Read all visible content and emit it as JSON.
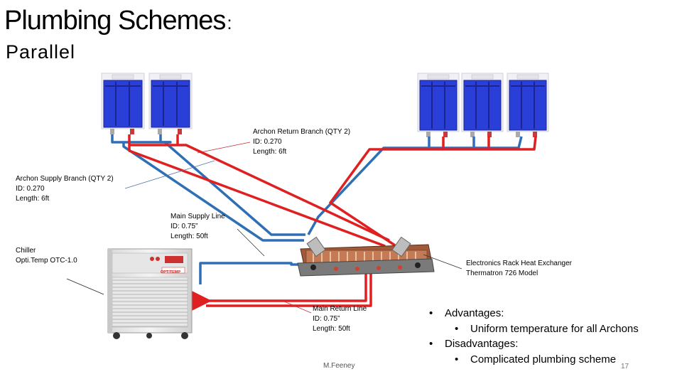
{
  "slide": {
    "title": "Plumbing Schemes",
    "title_colon": ":",
    "subtitle": "Parallel"
  },
  "labels": {
    "return_branch": {
      "name": "Archon Return Branch (QTY 2)",
      "id": "ID: 0.270",
      "length": "Length: 6ft"
    },
    "supply_branch": {
      "name": "Archon Supply Branch (QTY 2)",
      "id": "ID: 0.270",
      "length": "Length: 6ft"
    },
    "main_supply": {
      "name": "Main Supply Line",
      "id": "ID: 0.75”",
      "length": "Length: 50ft"
    },
    "chiller": {
      "name": "Chiller",
      "model": "Opti.Temp OTC-1.0"
    },
    "heat_exchanger": {
      "name": "Electronics Rack Heat Exchanger",
      "model": "Thermatron 726 Model"
    },
    "main_return": {
      "name": "Main Return Line",
      "id": "ID: 0.75”",
      "length": "Length: 50ft"
    }
  },
  "chiller_brand": "OPTITEMP",
  "bullets": {
    "advantages": "Advantages:",
    "advantage_1": "Uniform temperature for all Archons",
    "disadvantages": "Disadvantages:",
    "disadvantage_1": "Complicated plumbing scheme",
    "bullet_char": "•"
  },
  "footer": {
    "author": "M.Feeney",
    "page": "17"
  },
  "colors": {
    "supply": "#2f6fb5",
    "return": "#e02020",
    "archon": "#2a3fd8",
    "leader": "#c03030"
  }
}
